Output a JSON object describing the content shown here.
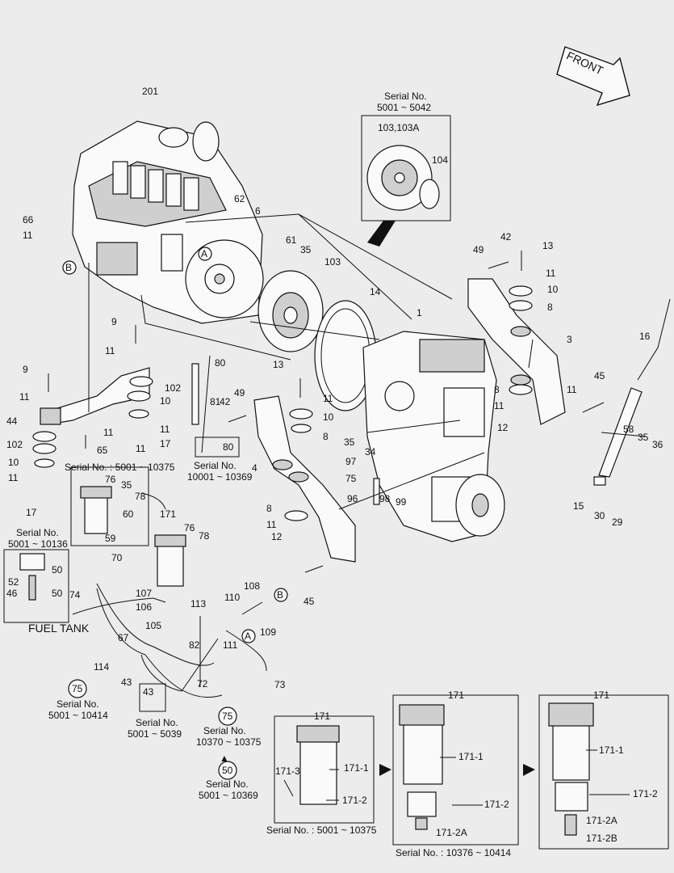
{
  "front_label": "FRONT",
  "fuel_tank": "FUEL TANK",
  "serial_notes": {
    "s1": [
      "Serial No.",
      "5001 ~ 5042"
    ],
    "s2": "Serial No. : 5001 ~ 10375",
    "s3": [
      "Serial No.",
      "10001 ~ 10369"
    ],
    "s4": [
      "Serial No.",
      "5001 ~ 10136"
    ],
    "s5": [
      "Serial No.",
      "5001 ~ 10414"
    ],
    "s6": [
      "Serial No.",
      "5001 ~ 5039"
    ],
    "s7": [
      "Serial No.",
      "10370 ~ 10375"
    ],
    "s8": [
      "Serial No.",
      "5001 ~ 10369"
    ],
    "s9": "Serial No. : 5001 ~ 10375",
    "s10": "Serial No. : 10376 ~ 10414"
  },
  "circle_refs": {
    "A": "A",
    "B": "B",
    "c75": "75",
    "c50": "50"
  },
  "triangle_marker": "▲",
  "part_labels": [
    "201",
    "66",
    "11",
    "62",
    "6",
    "61",
    "35",
    "103",
    "103,103A",
    "104",
    "49",
    "42",
    "13",
    "11",
    "10",
    "8",
    "3",
    "14",
    "1",
    "16",
    "9",
    "11",
    "102",
    "10",
    "11",
    "44",
    "11",
    "11",
    "102",
    "10",
    "11",
    "17",
    "65",
    "17",
    "80",
    "81",
    "42",
    "49",
    "80",
    "13",
    "11",
    "10",
    "8",
    "4",
    "8",
    "11",
    "12",
    "35",
    "34",
    "97",
    "75",
    "98",
    "99",
    "96",
    "8",
    "11",
    "12",
    "45",
    "11",
    "45",
    "58",
    "35",
    "36",
    "15",
    "30",
    "29",
    "76",
    "35",
    "78",
    "60",
    "59",
    "171",
    "76",
    "78",
    "70",
    "50",
    "52",
    "50",
    "46",
    "74",
    "107",
    "106",
    "113",
    "105",
    "82",
    "67",
    "114",
    "43",
    "72",
    "108",
    "110",
    "109",
    "111",
    "73",
    "43",
    "171",
    "171-3",
    "171-1",
    "171-2",
    "171",
    "171-1",
    "171-2",
    "171-2A",
    "171",
    "171-1",
    "171-2",
    "171-2A",
    "171-2B",
    "9",
    "11"
  ]
}
